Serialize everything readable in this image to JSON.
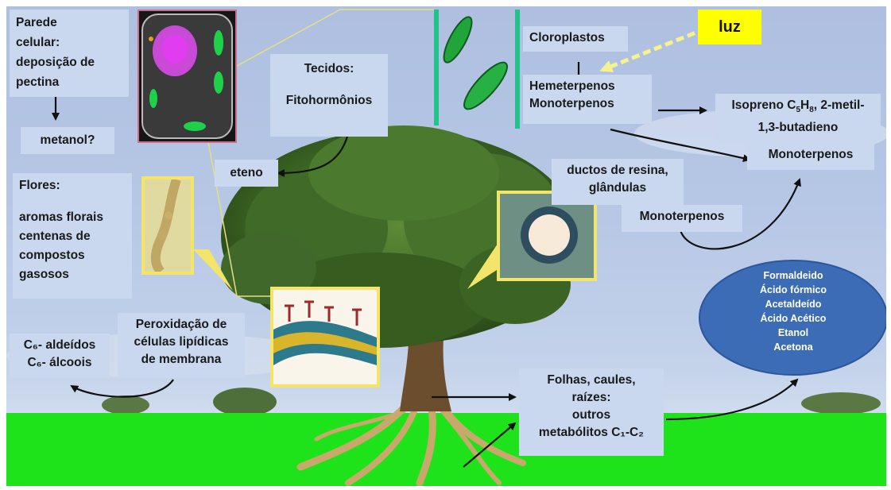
{
  "labels": {
    "parede": [
      "Parede",
      "celular:",
      "deposição de",
      "pectina"
    ],
    "metanol": "metanol?",
    "tecidos_title": "Tecidos:",
    "tecidos_sub": "Fitohormônios",
    "eteno": "eteno",
    "cloroplastos": "Cloroplastos",
    "luz": "luz",
    "hemeterpenos": "Hemeterpenos",
    "monoterpenos_a": "Monoterpenos",
    "isopreno_prefix": "Isopreno C",
    "isopreno_sub5": "5",
    "isopreno_h": "H",
    "isopreno_sub8": "8",
    "isopreno_suffix": ", 2-metil-",
    "isopreno_line2": "1,3-butadieno",
    "monoterpenos_b": "Monoterpenos",
    "ductos": [
      "ductos de resina,",
      "glândulas"
    ],
    "monoterpenos_c": "Monoterpenos",
    "flores": [
      "Flores:",
      "",
      "aromas florais",
      "centenas de",
      "compostos",
      "gasosos"
    ],
    "c6_aldeidos": "C₆- aldeídos",
    "c6_alcoois": "C₆- álcoois",
    "peroxidacao": [
      "Peroxidação de",
      "células lipídicas",
      "de membrana"
    ],
    "folhas": [
      "Folhas, caules,",
      "raízes:",
      "outros",
      "metabólitos C₁-C₂"
    ]
  },
  "ellipse_items": [
    "Formaldeido",
    "Ácido fórmico",
    "Acetaldeído",
    "Ácido Acético",
    "Etanol",
    "Acetona"
  ],
  "colors": {
    "sky": "#b7c8e6",
    "grass": "#1ee31a",
    "label_box": "#c9d8ee",
    "ellipse": "#3c6cb6",
    "luz_box": "#ffff00",
    "arrow": "#111111",
    "tree_foliage": "#3f6a28",
    "trunk": "#c9a86c"
  }
}
